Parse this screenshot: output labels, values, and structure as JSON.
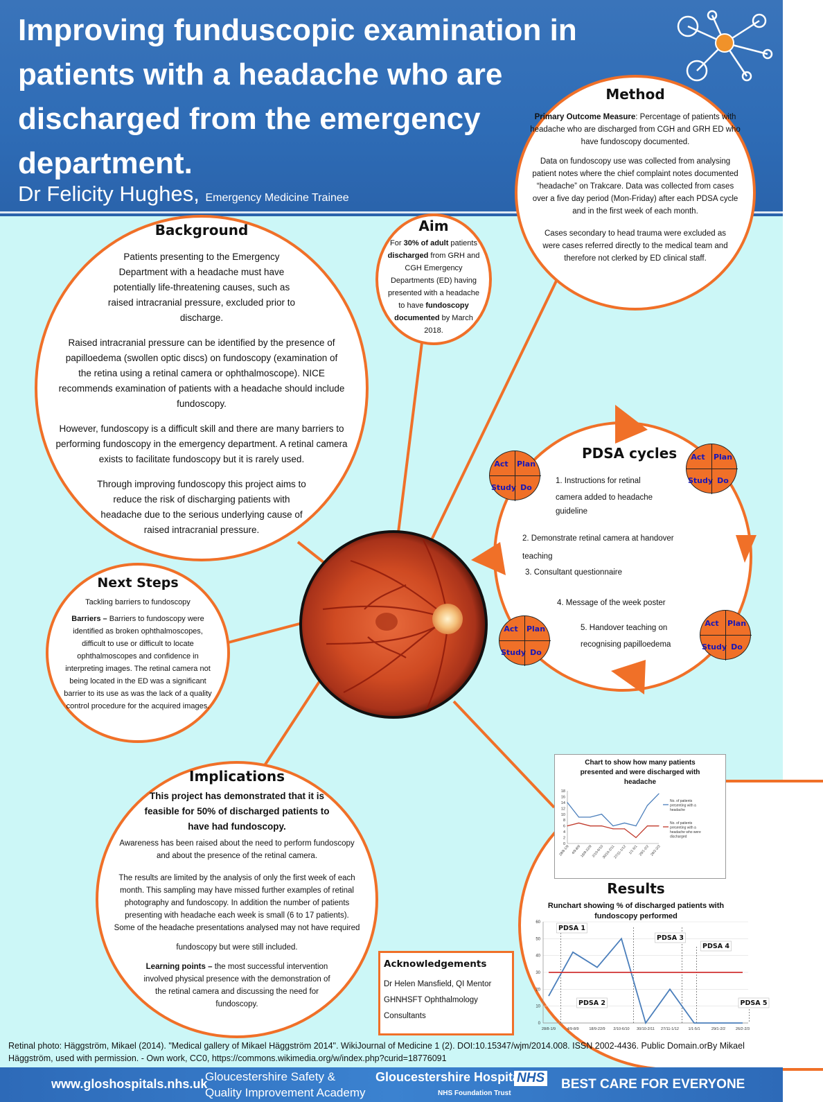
{
  "header": {
    "title": "Improving funduscopic examination in patients with a headache who are discharged from the emergency department.",
    "author": "Dr Felicity Hughes,",
    "role": "Emergency Medicine Trainee"
  },
  "method": {
    "title": "Method",
    "primary_label": "Primary Outcome Measure",
    "primary_text": ": Percentage of patients with headache who are discharged from CGH and GRH ED who have fundoscopy documented.",
    "para2": "Data on fundoscopy use was collected from analysing patient notes where the chief complaint notes documented “headache” on Trakcare. Data was collected from cases over a five day period (Mon-Friday) after each PDSA cycle and in the first week of each month.",
    "para3": "Cases secondary to head trauma were excluded as were cases referred directly to the medical team and therefore not clerked by ED clinical staff."
  },
  "aim": {
    "title": "Aim",
    "t1": "For ",
    "b1": "30% of adult",
    "t2": " patients ",
    "b2": "discharged",
    "t3": " from GRH and CGH Emergency Departments (ED) having presented with a headache to have ",
    "b3": "fundoscopy documented",
    "t4": " by March 2018."
  },
  "background": {
    "title": "Background",
    "p1": "Patients presenting to the Emergency Department with a headache must have potentially life-threatening causes, such as raised intracranial pressure, excluded prior to discharge.",
    "p2": "Raised intracranial pressure can be identified by the presence of papilloedema (swollen optic discs) on fundoscopy (examination of the retina using a retinal camera or ophthalmoscope). NICE recommends examination of patients with a headache should include fundoscopy.",
    "p3": "However, fundoscopy is a difficult skill and there are many barriers to performing fundoscopy in the emergency department.  A retinal camera exists to facilitate fundoscopy but it is rarely used.",
    "p4": "Through improving fundoscopy this project aims to reduce the risk of discharging patients with headache due to the serious underlying cause of raised intracranial pressure."
  },
  "next_steps": {
    "title": "Next Steps",
    "intro": "Tackling barriers to fundoscopy",
    "barriers_label": "Barriers –",
    "barriers_text": " Barriers to fundoscopy were identified as broken ophthalmoscopes, difficult to use or difficult to locate ophthalmoscopes and confidence in interpreting images. The retinal camera not being located in the ED was a significant barrier to its use as was the lack of a quality control procedure for the acquired images."
  },
  "pdsa": {
    "title": "PDSA cycles",
    "quadrant": {
      "act": "Act",
      "plan": "Plan",
      "study": "Study",
      "do": "Do"
    },
    "item1": "1.   Instructions for retinal",
    "item1b": "camera added to headache",
    "item1c": "guideline",
    "item2": "2. Demonstrate retinal camera at handover",
    "item2b": "teaching",
    "item3": "3. Consultant questionnaire",
    "item4": "4. Message of the week poster",
    "item5": "5. Handover teaching on",
    "item5b": "recognising papilloedema"
  },
  "implications": {
    "title": "Implications",
    "lead": "This project has demonstrated that it is feasible for 50% of discharged patients to have had fundoscopy.",
    "p1": "Awareness has been raised about the need to perform fundoscopy and about the presence of the retinal camera.",
    "p2": "The results are limited by the analysis of only the first week of each month. This sampling may have missed further examples of retinal photography and fundoscopy. In addition the number of patients presenting with headache each week is small (6 to 17 patients). Some of the headache presentations analysed may not have required",
    "p3": "fundoscopy but were still included.",
    "lp_label": "Learning points –",
    "lp_text": " the most successful intervention involved physical presence with the demonstration of the retinal camera and discussing the need for fundoscopy."
  },
  "acknowledgements": {
    "title": "Acknowledgements",
    "line1": "Dr Helen Mansfield, QI Mentor",
    "line2": "GHNHSFT Ophthalmology",
    "line3": "Consultants"
  },
  "results": {
    "title": "Results",
    "runchart_title": "Runchart showing % of discharged patients with fundoscopy performed"
  },
  "chart_data": [
    {
      "type": "line",
      "title": "Chart to show how many patients presented and were discharged with headache",
      "categories": [
        "28/8-1/9",
        "4/9-8/9",
        "18/9-22/9",
        "2/10-6/10",
        "30/10-2/11",
        "27/11-1/12",
        "1/1-5/1",
        "29/1-2/2",
        "26/2-2/3"
      ],
      "y_ticks": [
        "0",
        "2",
        "4",
        "6",
        "8",
        "10",
        "12",
        "14",
        "16",
        "18"
      ],
      "ylim": [
        0,
        18
      ],
      "series": [
        {
          "name": "No. of patients presenting with a headache",
          "color": "#4a7ebb",
          "values": [
            14,
            9,
            9,
            10,
            6,
            7,
            6,
            13,
            17
          ]
        },
        {
          "name": "No. of patients presenting with a headache who were discharged",
          "color": "#c0392b",
          "values": [
            6,
            7,
            6,
            6,
            5,
            5,
            2,
            6,
            6
          ]
        }
      ],
      "legend": "right"
    },
    {
      "type": "line",
      "title": "Runchart showing % of discharged patients with fundoscopy performed",
      "categories": [
        "28/8-1/9",
        "4/9-8/9",
        "18/9-22/9",
        "2/10-6/10",
        "30/10-2/11",
        "27/11-1/12",
        "1/1-5/1",
        "29/1-2/2",
        "26/2-2/3"
      ],
      "y_ticks": [
        "0",
        "10",
        "20",
        "30",
        "40",
        "50",
        "60"
      ],
      "ylim": [
        0,
        60
      ],
      "series": [
        {
          "color": "#4a7ebb",
          "values": [
            16,
            42,
            33,
            50,
            0,
            20,
            0,
            0,
            0
          ]
        },
        {
          "color": "#d03030",
          "values": [
            30,
            30,
            30,
            30,
            30,
            30,
            30,
            30,
            30
          ]
        }
      ],
      "annotations": [
        "PDSA 1",
        "PDSA 2",
        "PDSA 3",
        "PDSA 4",
        "PDSA 5"
      ]
    }
  ],
  "reference": "Retinal photo: Häggström, Mikael (2014). \"Medical gallery of Mikael Häggström 2014\". WikiJournal of Medicine 1 (2). DOI:10.15347/wjm/2014.008. ISSN 2002-4436. Public Domain.orBy Mikael Häggström, used with permission. - Own work, CC0, https://commons.wikimedia.org/w/index.php?curid=18776091",
  "footer": {
    "website": "www.gloshospitals.nhs.uk",
    "academy1": "Gloucestershire Safety &",
    "academy2": "Quality Improvement Academy",
    "hospitals": "Gloucestershire Hospitals",
    "nhs": "NHS",
    "trust": "NHS Foundation Trust",
    "slogan": "BEST CARE FOR EVERYONE"
  },
  "colors": {
    "accent": "#f07028",
    "header": "#2e6cb6",
    "background": "#ccf7f7"
  }
}
